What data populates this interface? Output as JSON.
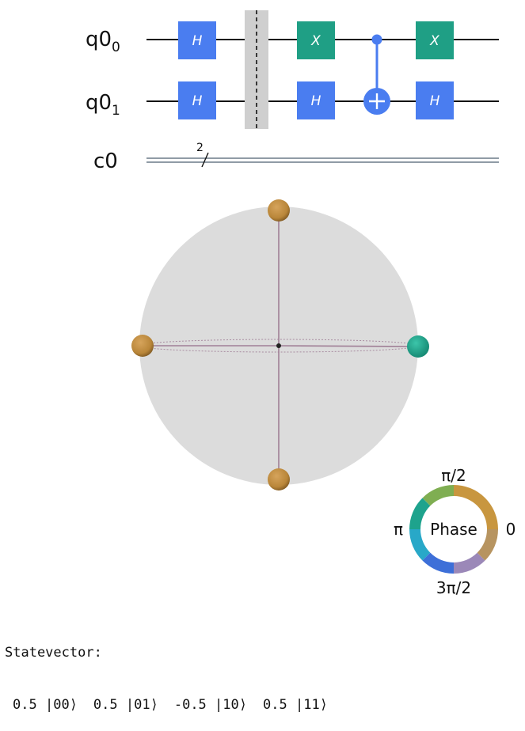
{
  "circuit": {
    "qubits": [
      {
        "name": "q0",
        "index": "0"
      },
      {
        "name": "q0",
        "index": "1"
      }
    ],
    "classical": {
      "name": "c0",
      "width": "2"
    },
    "gates_q0": [
      "H",
      "X",
      "X"
    ],
    "gates_q1": [
      "H",
      "H",
      "H"
    ],
    "colors": {
      "h_gate": "#4a7df0",
      "x_gate": "#1f9f85",
      "barrier": "#cfcfcf",
      "control": "#4a7df0",
      "wire": "#111111",
      "classical_wire": "#6b7a88"
    }
  },
  "qsphere": {
    "colors": {
      "sphere": "#dcdcdc",
      "state_brown": "#b98639",
      "state_teal": "#1aa18a",
      "axis": "#a07f96"
    }
  },
  "phase_legend": {
    "label": "Phase",
    "top": "π/2",
    "left": "π",
    "right": "0",
    "bottom": "3π/2"
  },
  "statevector": {
    "title": "Statevector:",
    "entries": [
      {
        "amp": "0.5",
        "ket": "|00⟩"
      },
      {
        "amp": "0.5",
        "ket": "|01⟩"
      },
      {
        "amp": "-0.5",
        "ket": "|10⟩"
      },
      {
        "amp": "0.5",
        "ket": "|11⟩"
      }
    ]
  }
}
